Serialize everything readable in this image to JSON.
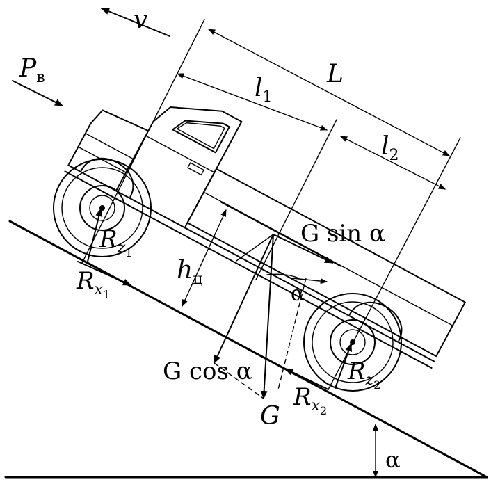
{
  "labels": {
    "velocity": "v",
    "air_force": "P",
    "air_force_sub": "в",
    "l1": "l",
    "l1_sub": "1",
    "L": "L",
    "l2": "l",
    "l2_sub": "2",
    "h": "h",
    "h_sub": "ц",
    "g_sin": "G sin α",
    "g_cos": "G cos α",
    "G": "G",
    "alpha_slope": "α",
    "alpha_angle": "α",
    "Rz1": "R",
    "Rz1_sub": "z",
    "Rz1_subsub": "1",
    "Rx1": "R",
    "Rx1_sub": "x",
    "Rx1_subsub": "1",
    "Rz2": "R",
    "Rz2_sub": "z",
    "Rz2_subsub": "2",
    "Rx2": "R",
    "Rx2_sub": "x",
    "Rx2_subsub": "2"
  },
  "colors": {
    "ink": "#000000",
    "background": "#ffffff"
  }
}
